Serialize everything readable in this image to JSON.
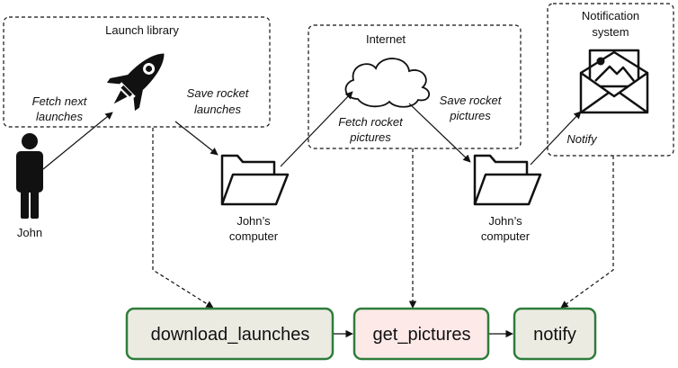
{
  "boxes": {
    "launch_library": "Launch library",
    "internet": "Internet",
    "notification_line1": "Notification",
    "notification_line2": "system"
  },
  "edges": {
    "fetch_next_1": "Fetch next",
    "fetch_next_2": "launches",
    "save_rocket_launches_1": "Save rocket",
    "save_rocket_launches_2": "launches",
    "fetch_rocket_pictures_1": "Fetch rocket",
    "fetch_rocket_pictures_2": "pictures",
    "save_rocket_pictures_1": "Save rocket",
    "save_rocket_pictures_2": "pictures",
    "notify": "Notify"
  },
  "actors": {
    "john": "John",
    "computer1_line1": "John’s",
    "computer1_line2": "computer",
    "computer2_line1": "John’s",
    "computer2_line2": "computer"
  },
  "tasks": {
    "download_launches": "download_launches",
    "get_pictures": "get_pictures",
    "notify": "notify"
  },
  "colors": {
    "task_border": "#2e7d3a",
    "task_fill_gray": "#ecebe2",
    "task_fill_pink": "#fde9e8",
    "line": "#111111"
  }
}
